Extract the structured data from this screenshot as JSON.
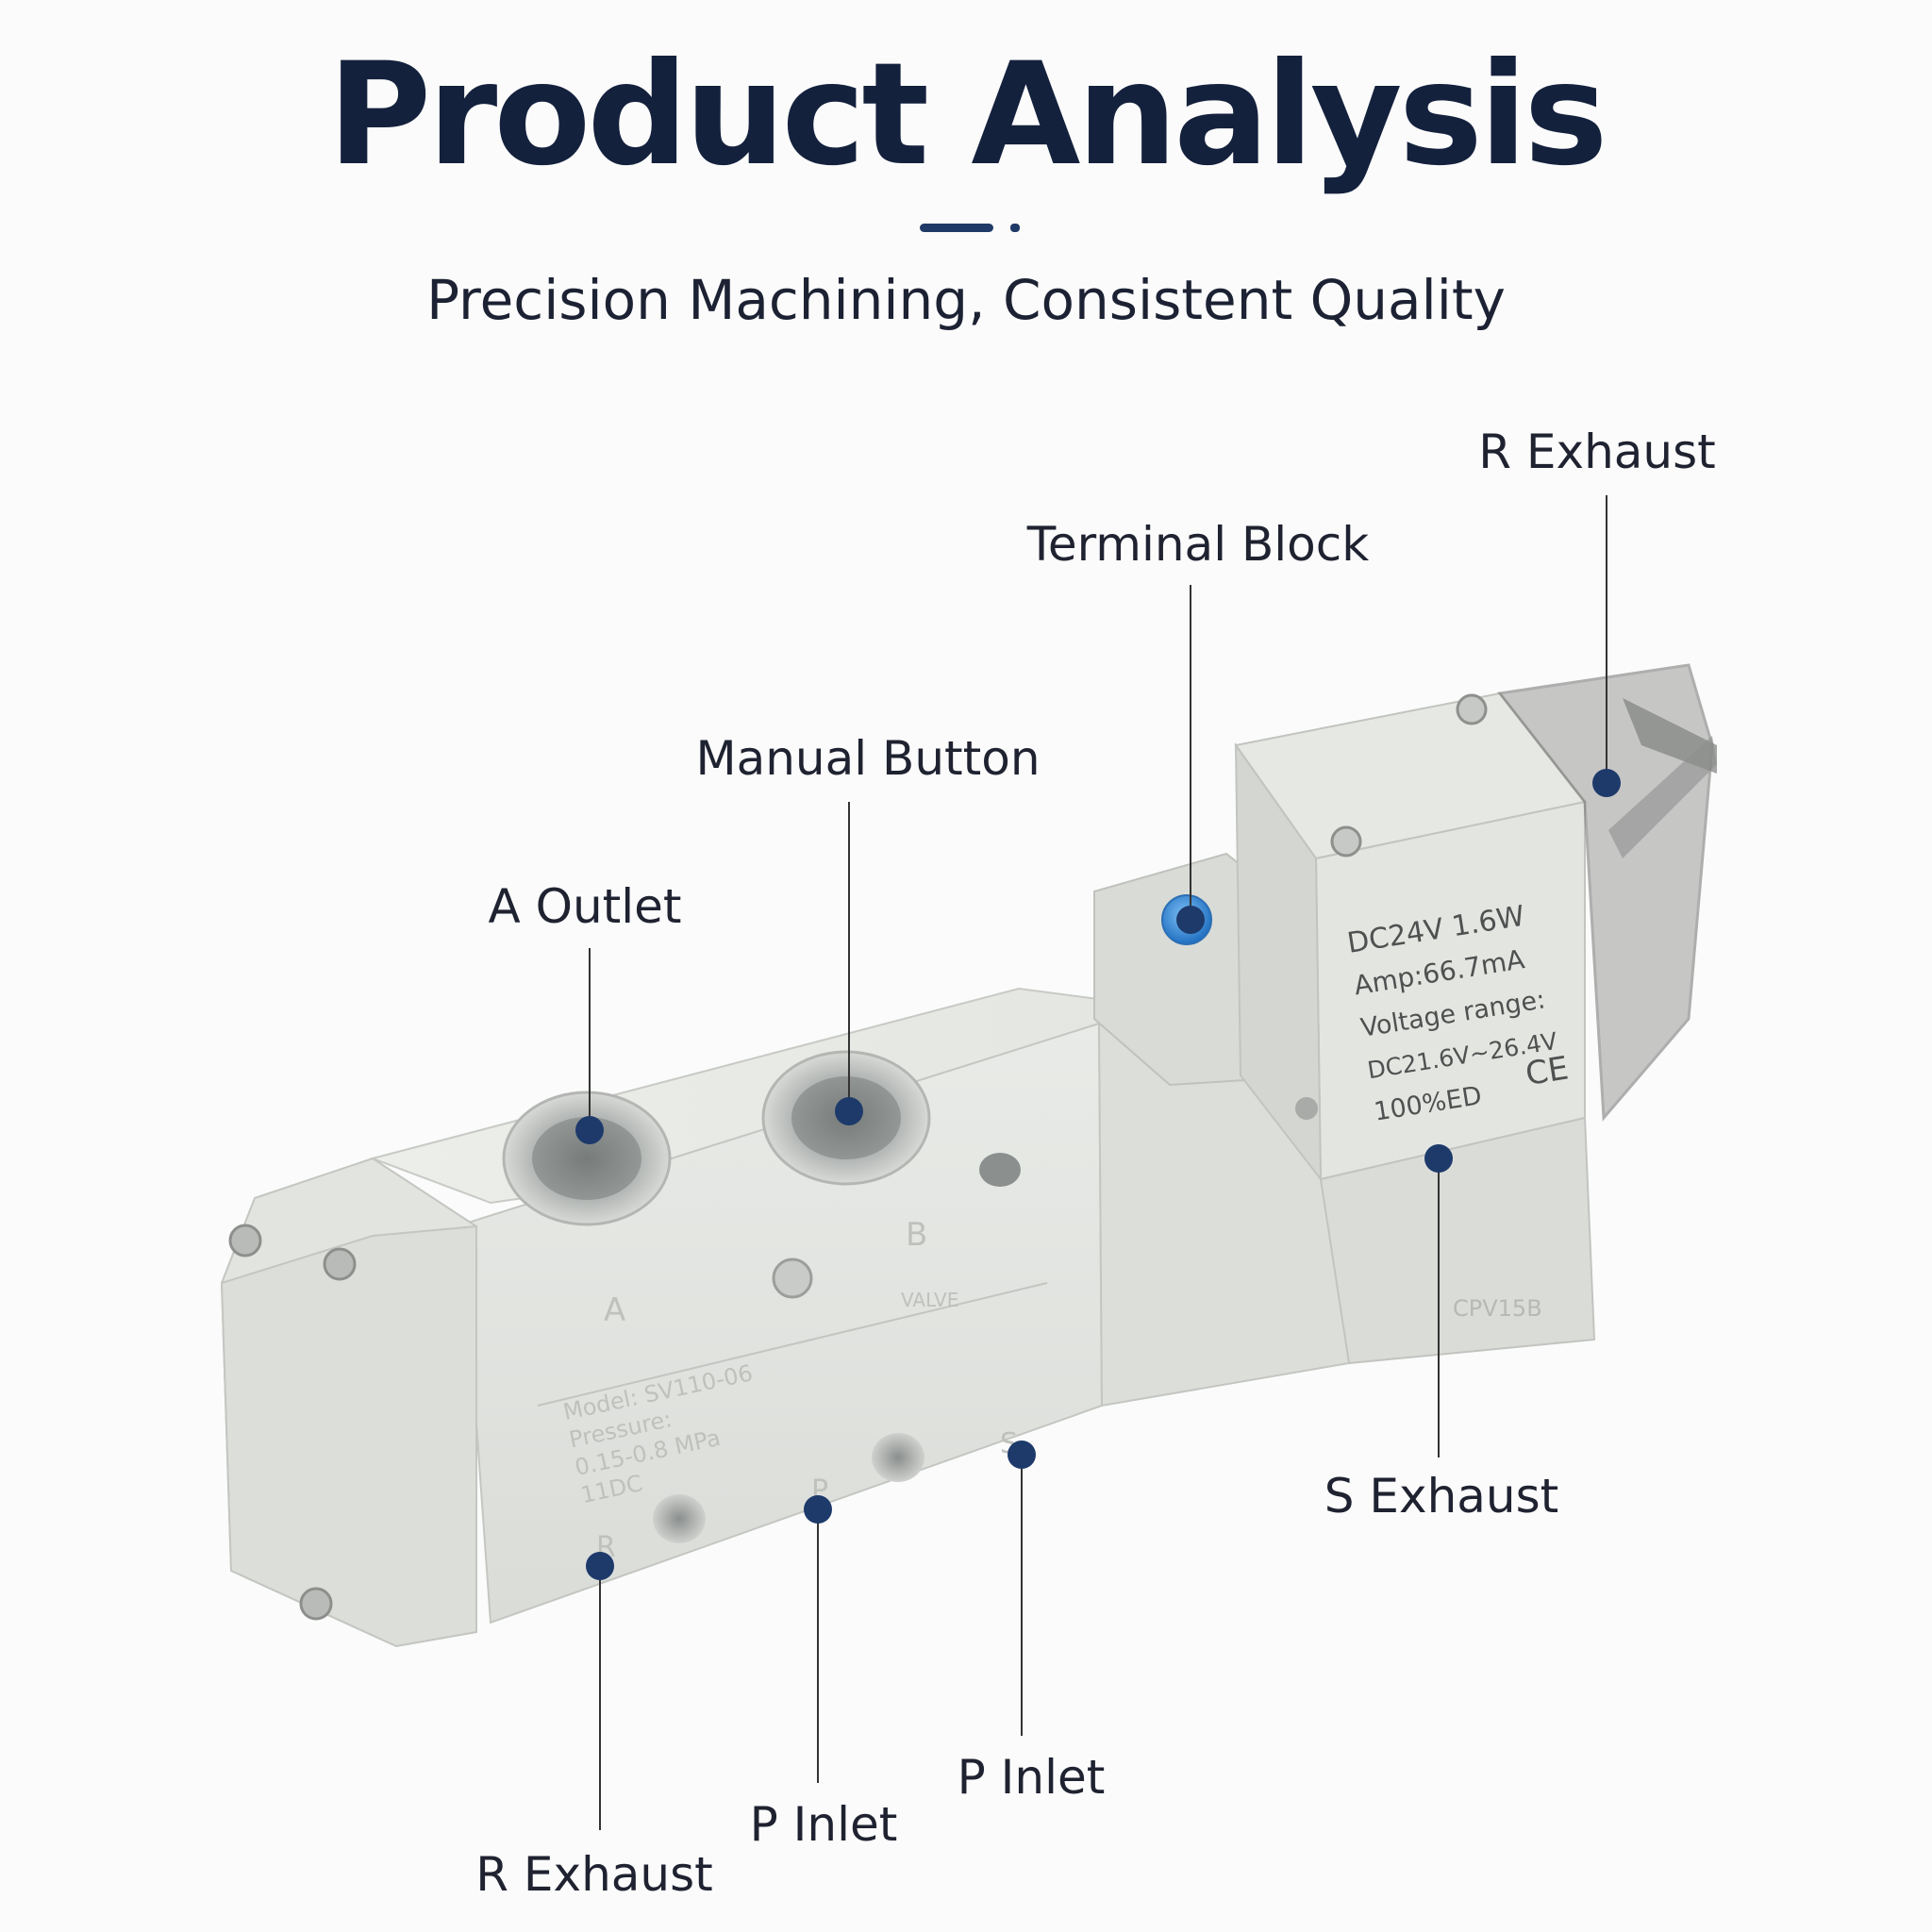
{
  "header": {
    "title": "Product Analysis",
    "subtitle": "Precision Machining, Consistent Quality"
  },
  "callouts": {
    "r_exhaust_top": "R Exhaust",
    "terminal_block": "Terminal Block",
    "manual_button": "Manual Button",
    "a_outlet": "A Outlet",
    "s_exhaust_right": "S Exhaust",
    "p_inlet_right": "P Inlet",
    "p_inlet_left": "P Inlet",
    "r_exhaust_bottom": "R Exhaust"
  },
  "valve_markings": {
    "port_a": "A",
    "port_b": "B",
    "port_r": "R",
    "port_p": "P",
    "port_s": "S",
    "valve_word": "VALVE",
    "model_line1": "Model: SV110-06",
    "model_line2": "Pressure:",
    "model_line3": "0.15-0.8 MPa",
    "model_line4": "11DC"
  },
  "coil_markings": {
    "line1": "DC24V 1.6W",
    "line2": "Amp:66.7mA",
    "line3": "Voltage range:",
    "line4": "DC21.6V~26.4V",
    "line5": "100%ED",
    "ce_mark": "CE",
    "side_code": "CPV15B"
  },
  "colors": {
    "title": "#14213d",
    "callout_dot": "#1d3a6b",
    "callout_line": "#333333",
    "valve_body": "#e4e6e2",
    "manual_button": "#2f84d8"
  }
}
